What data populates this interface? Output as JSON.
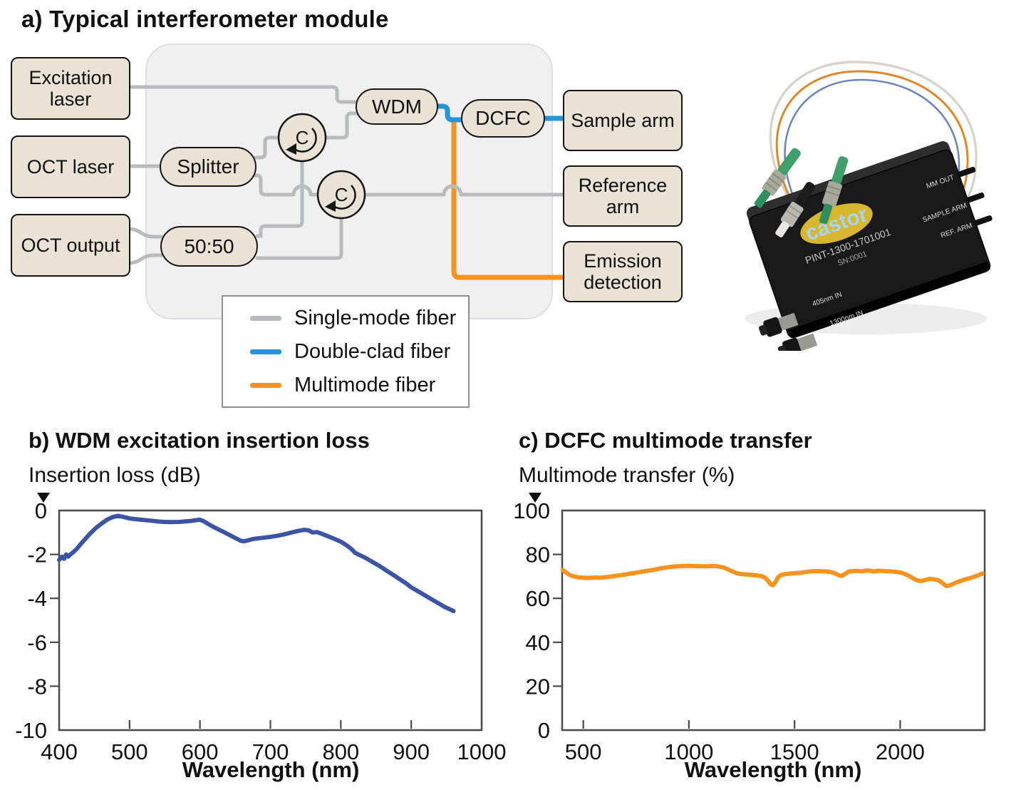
{
  "panel_a": {
    "title": "a) Typical interferometer module",
    "boxes": [
      {
        "label": "Excitation laser"
      },
      {
        "label": "OCT laser"
      },
      {
        "label": "OCT output"
      },
      {
        "label": "Sample arm"
      },
      {
        "label": "Reference arm"
      },
      {
        "label": "Emission detection"
      }
    ],
    "nodes": [
      {
        "label": "Splitter"
      },
      {
        "label": "50:50"
      },
      {
        "label": "WDM"
      },
      {
        "label": "DCFC"
      }
    ],
    "circulators": [
      {
        "label": "C"
      },
      {
        "label": "C"
      }
    ],
    "legend": [
      {
        "label": "Single-mode fiber",
        "color": "#b9babd"
      },
      {
        "label": "Double-clad fiber",
        "color": "#2196d8"
      },
      {
        "label": "Multimode fiber",
        "color": "#f6921e"
      }
    ]
  },
  "photo": {
    "logo": "castor",
    "model": "PINT-1300-1701001",
    "serial": "SN:0001",
    "label_mm_out": "MM OUT",
    "label_sample_arm": "SAMPLE ARM",
    "label_ref_arm": "REF. ARM",
    "label_405": "405nm IN",
    "label_1300": "1300nm IN"
  },
  "chart_data": [
    {
      "type": "line",
      "panel": "b",
      "title": "b) WDM excitation insertion loss",
      "ylabel": "Insertion loss (dB)",
      "xlabel": "Wavelength (nm)",
      "xlim": [
        400,
        1000
      ],
      "ylim": [
        -10,
        0
      ],
      "xticks": [
        400,
        500,
        600,
        700,
        800,
        900,
        1000
      ],
      "yticks": [
        0,
        -2,
        -4,
        -6,
        -8,
        -10
      ],
      "grid": false,
      "line_color": "#3a55a6",
      "series": [
        {
          "name": "WDM excitation insertion loss",
          "points": [
            [
              400,
              -2.25
            ],
            [
              404,
              -2.1
            ],
            [
              407,
              -2.2
            ],
            [
              410,
              -2.0
            ],
            [
              413,
              -2.1
            ],
            [
              416,
              -2.0
            ],
            [
              420,
              -1.9
            ],
            [
              425,
              -1.75
            ],
            [
              430,
              -1.55
            ],
            [
              437,
              -1.3
            ],
            [
              444,
              -1.05
            ],
            [
              452,
              -0.8
            ],
            [
              460,
              -0.6
            ],
            [
              468,
              -0.42
            ],
            [
              476,
              -0.3
            ],
            [
              484,
              -0.24
            ],
            [
              492,
              -0.3
            ],
            [
              500,
              -0.36
            ],
            [
              510,
              -0.4
            ],
            [
              520,
              -0.43
            ],
            [
              530,
              -0.46
            ],
            [
              540,
              -0.5
            ],
            [
              550,
              -0.52
            ],
            [
              560,
              -0.53
            ],
            [
              570,
              -0.52
            ],
            [
              578,
              -0.5
            ],
            [
              586,
              -0.48
            ],
            [
              594,
              -0.44
            ],
            [
              600,
              -0.42
            ],
            [
              606,
              -0.5
            ],
            [
              612,
              -0.62
            ],
            [
              620,
              -0.76
            ],
            [
              630,
              -0.92
            ],
            [
              640,
              -1.08
            ],
            [
              650,
              -1.25
            ],
            [
              658,
              -1.38
            ],
            [
              663,
              -1.4
            ],
            [
              668,
              -1.36
            ],
            [
              675,
              -1.3
            ],
            [
              682,
              -1.27
            ],
            [
              690,
              -1.24
            ],
            [
              700,
              -1.2
            ],
            [
              710,
              -1.15
            ],
            [
              720,
              -1.08
            ],
            [
              730,
              -1.0
            ],
            [
              740,
              -0.93
            ],
            [
              748,
              -0.88
            ],
            [
              754,
              -0.9
            ],
            [
              760,
              -1.0
            ],
            [
              766,
              -0.98
            ],
            [
              772,
              -1.05
            ],
            [
              780,
              -1.15
            ],
            [
              790,
              -1.28
            ],
            [
              800,
              -1.42
            ],
            [
              808,
              -1.58
            ],
            [
              815,
              -1.75
            ],
            [
              820,
              -1.92
            ],
            [
              826,
              -2.02
            ],
            [
              833,
              -2.12
            ],
            [
              840,
              -2.25
            ],
            [
              848,
              -2.4
            ],
            [
              856,
              -2.55
            ],
            [
              864,
              -2.72
            ],
            [
              872,
              -2.88
            ],
            [
              880,
              -3.05
            ],
            [
              886,
              -3.18
            ],
            [
              892,
              -3.3
            ],
            [
              900,
              -3.5
            ],
            [
              908,
              -3.65
            ],
            [
              916,
              -3.8
            ],
            [
              924,
              -3.95
            ],
            [
              932,
              -4.1
            ],
            [
              940,
              -4.25
            ],
            [
              948,
              -4.4
            ],
            [
              955,
              -4.5
            ],
            [
              960,
              -4.58
            ]
          ]
        }
      ]
    },
    {
      "type": "line",
      "panel": "c",
      "title": "c) DCFC multimode transfer",
      "ylabel": "Multimode transfer (%)",
      "xlabel": "Wavelength (nm)",
      "xlim": [
        400,
        2400
      ],
      "ylim": [
        0,
        100
      ],
      "xticks": [
        500,
        1000,
        1500,
        2000
      ],
      "yticks": [
        100,
        80,
        60,
        40,
        20,
        0
      ],
      "grid": false,
      "line_color": "#f6921e",
      "series": [
        {
          "name": "DCFC multimode transfer",
          "points": [
            [
              403,
              73
            ],
            [
              415,
              72
            ],
            [
              430,
              71
            ],
            [
              445,
              70.3
            ],
            [
              460,
              69.9
            ],
            [
              480,
              69.5
            ],
            [
              500,
              69.4
            ],
            [
              520,
              69.3
            ],
            [
              540,
              69.4
            ],
            [
              560,
              69.5
            ],
            [
              580,
              69.4
            ],
            [
              600,
              69.6
            ],
            [
              620,
              69.8
            ],
            [
              645,
              70.1
            ],
            [
              670,
              70.5
            ],
            [
              695,
              70.8
            ],
            [
              720,
              71.2
            ],
            [
              745,
              71.6
            ],
            [
              770,
              72
            ],
            [
              795,
              72.4
            ],
            [
              820,
              72.8
            ],
            [
              845,
              73.2
            ],
            [
              870,
              73.7
            ],
            [
              895,
              74.1
            ],
            [
              920,
              74.4
            ],
            [
              945,
              74.6
            ],
            [
              970,
              74.7
            ],
            [
              1000,
              74.8
            ],
            [
              1030,
              74.7
            ],
            [
              1060,
              74.6
            ],
            [
              1090,
              74.6
            ],
            [
              1115,
              74.7
            ],
            [
              1140,
              74.5
            ],
            [
              1165,
              74
            ],
            [
              1185,
              73.2
            ],
            [
              1205,
              72.3
            ],
            [
              1225,
              71.5
            ],
            [
              1245,
              71.1
            ],
            [
              1265,
              70.9
            ],
            [
              1285,
              70.8
            ],
            [
              1305,
              70.6
            ],
            [
              1325,
              70.4
            ],
            [
              1345,
              70.1
            ],
            [
              1360,
              69.4
            ],
            [
              1375,
              68
            ],
            [
              1388,
              66.3
            ],
            [
              1398,
              66
            ],
            [
              1410,
              67.5
            ],
            [
              1422,
              69.5
            ],
            [
              1435,
              70.6
            ],
            [
              1455,
              71
            ],
            [
              1480,
              71.3
            ],
            [
              1505,
              71.5
            ],
            [
              1530,
              71.7
            ],
            [
              1555,
              72
            ],
            [
              1580,
              72.3
            ],
            [
              1605,
              72.4
            ],
            [
              1630,
              72.3
            ],
            [
              1655,
              72.2
            ],
            [
              1675,
              71.9
            ],
            [
              1695,
              71.2
            ],
            [
              1712,
              70.4
            ],
            [
              1725,
              70.3
            ],
            [
              1740,
              71.2
            ],
            [
              1755,
              72.1
            ],
            [
              1775,
              72.4
            ],
            [
              1800,
              72.5
            ],
            [
              1820,
              72.3
            ],
            [
              1840,
              72.7
            ],
            [
              1858,
              72.6
            ],
            [
              1876,
              72.2
            ],
            [
              1895,
              72.6
            ],
            [
              1915,
              72.5
            ],
            [
              1935,
              72.3
            ],
            [
              1955,
              72.3
            ],
            [
              1975,
              72.1
            ],
            [
              2000,
              71.8
            ],
            [
              2020,
              71.2
            ],
            [
              2040,
              70.3
            ],
            [
              2060,
              69.2
            ],
            [
              2080,
              68.2
            ],
            [
              2100,
              67.9
            ],
            [
              2120,
              68.4
            ],
            [
              2140,
              68.9
            ],
            [
              2160,
              68.6
            ],
            [
              2180,
              68.3
            ],
            [
              2200,
              67
            ],
            [
              2218,
              65.6
            ],
            [
              2235,
              65.9
            ],
            [
              2255,
              66.8
            ],
            [
              2275,
              67.6
            ],
            [
              2300,
              68.4
            ],
            [
              2330,
              69.2
            ],
            [
              2360,
              70.2
            ],
            [
              2390,
              71.3
            ]
          ]
        }
      ]
    }
  ]
}
